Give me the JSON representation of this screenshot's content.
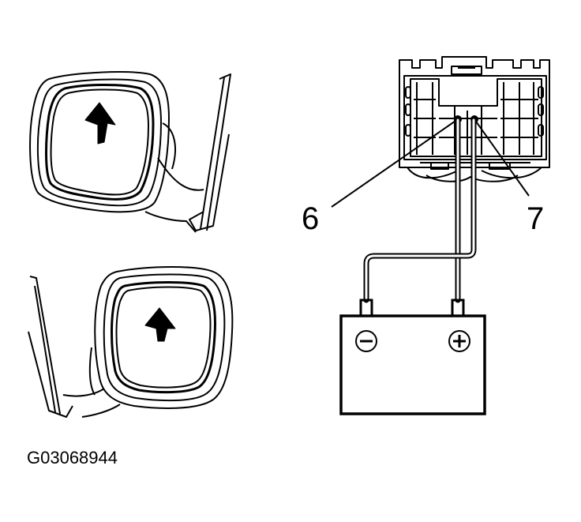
{
  "labels": {
    "terminal_6": "6",
    "terminal_7": "7",
    "figure_code": "G03068944",
    "battery_negative": "−",
    "battery_positive": "+"
  },
  "icons": [
    "mirror-left-arrow-up-icon",
    "mirror-right-arrow-up-icon",
    "connector-icon",
    "battery-icon"
  ],
  "colors": {
    "line": "#000000",
    "background": "#ffffff"
  }
}
